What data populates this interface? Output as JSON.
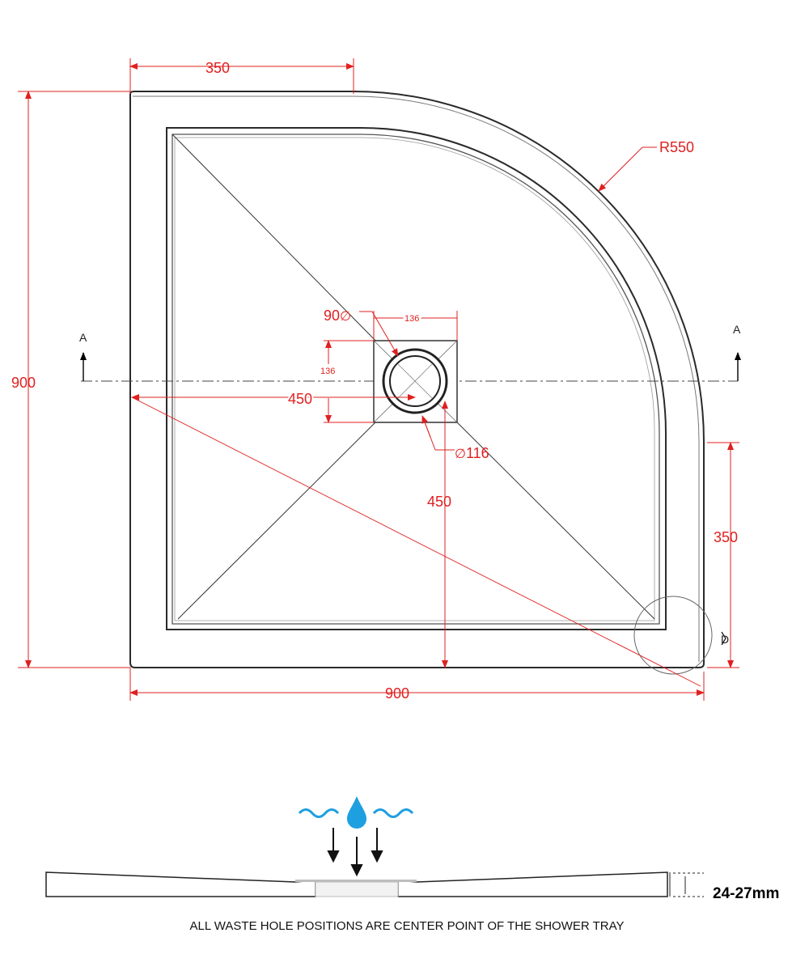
{
  "dimensions": {
    "top_straight": "350",
    "radius": "R550",
    "overall_height": "900",
    "overall_width": "900",
    "waste_offset_x": "450",
    "waste_offset_y": "450",
    "right_straight": "350",
    "waste_box_width": "136",
    "waste_box_height": "136",
    "waste_diameter": "116",
    "waste_inner_diameter": "90",
    "diameter_symbol": "∅"
  },
  "section": {
    "left_label": "A",
    "right_label": "A"
  },
  "detail_marker": "D",
  "side_view": {
    "thickness": "24-27mm"
  },
  "caption": "ALL WASTE HOLE POSITIONS ARE CENTER POINT OF THE SHOWER TRAY",
  "colors": {
    "dimension": "#e02020",
    "outline": "#2a2a2a",
    "water": "#1e9fe0"
  },
  "icons": {
    "water_waves": "water-wave-icon",
    "water_drop": "water-drop-icon",
    "flow_arrows": "down-arrow-icon"
  }
}
